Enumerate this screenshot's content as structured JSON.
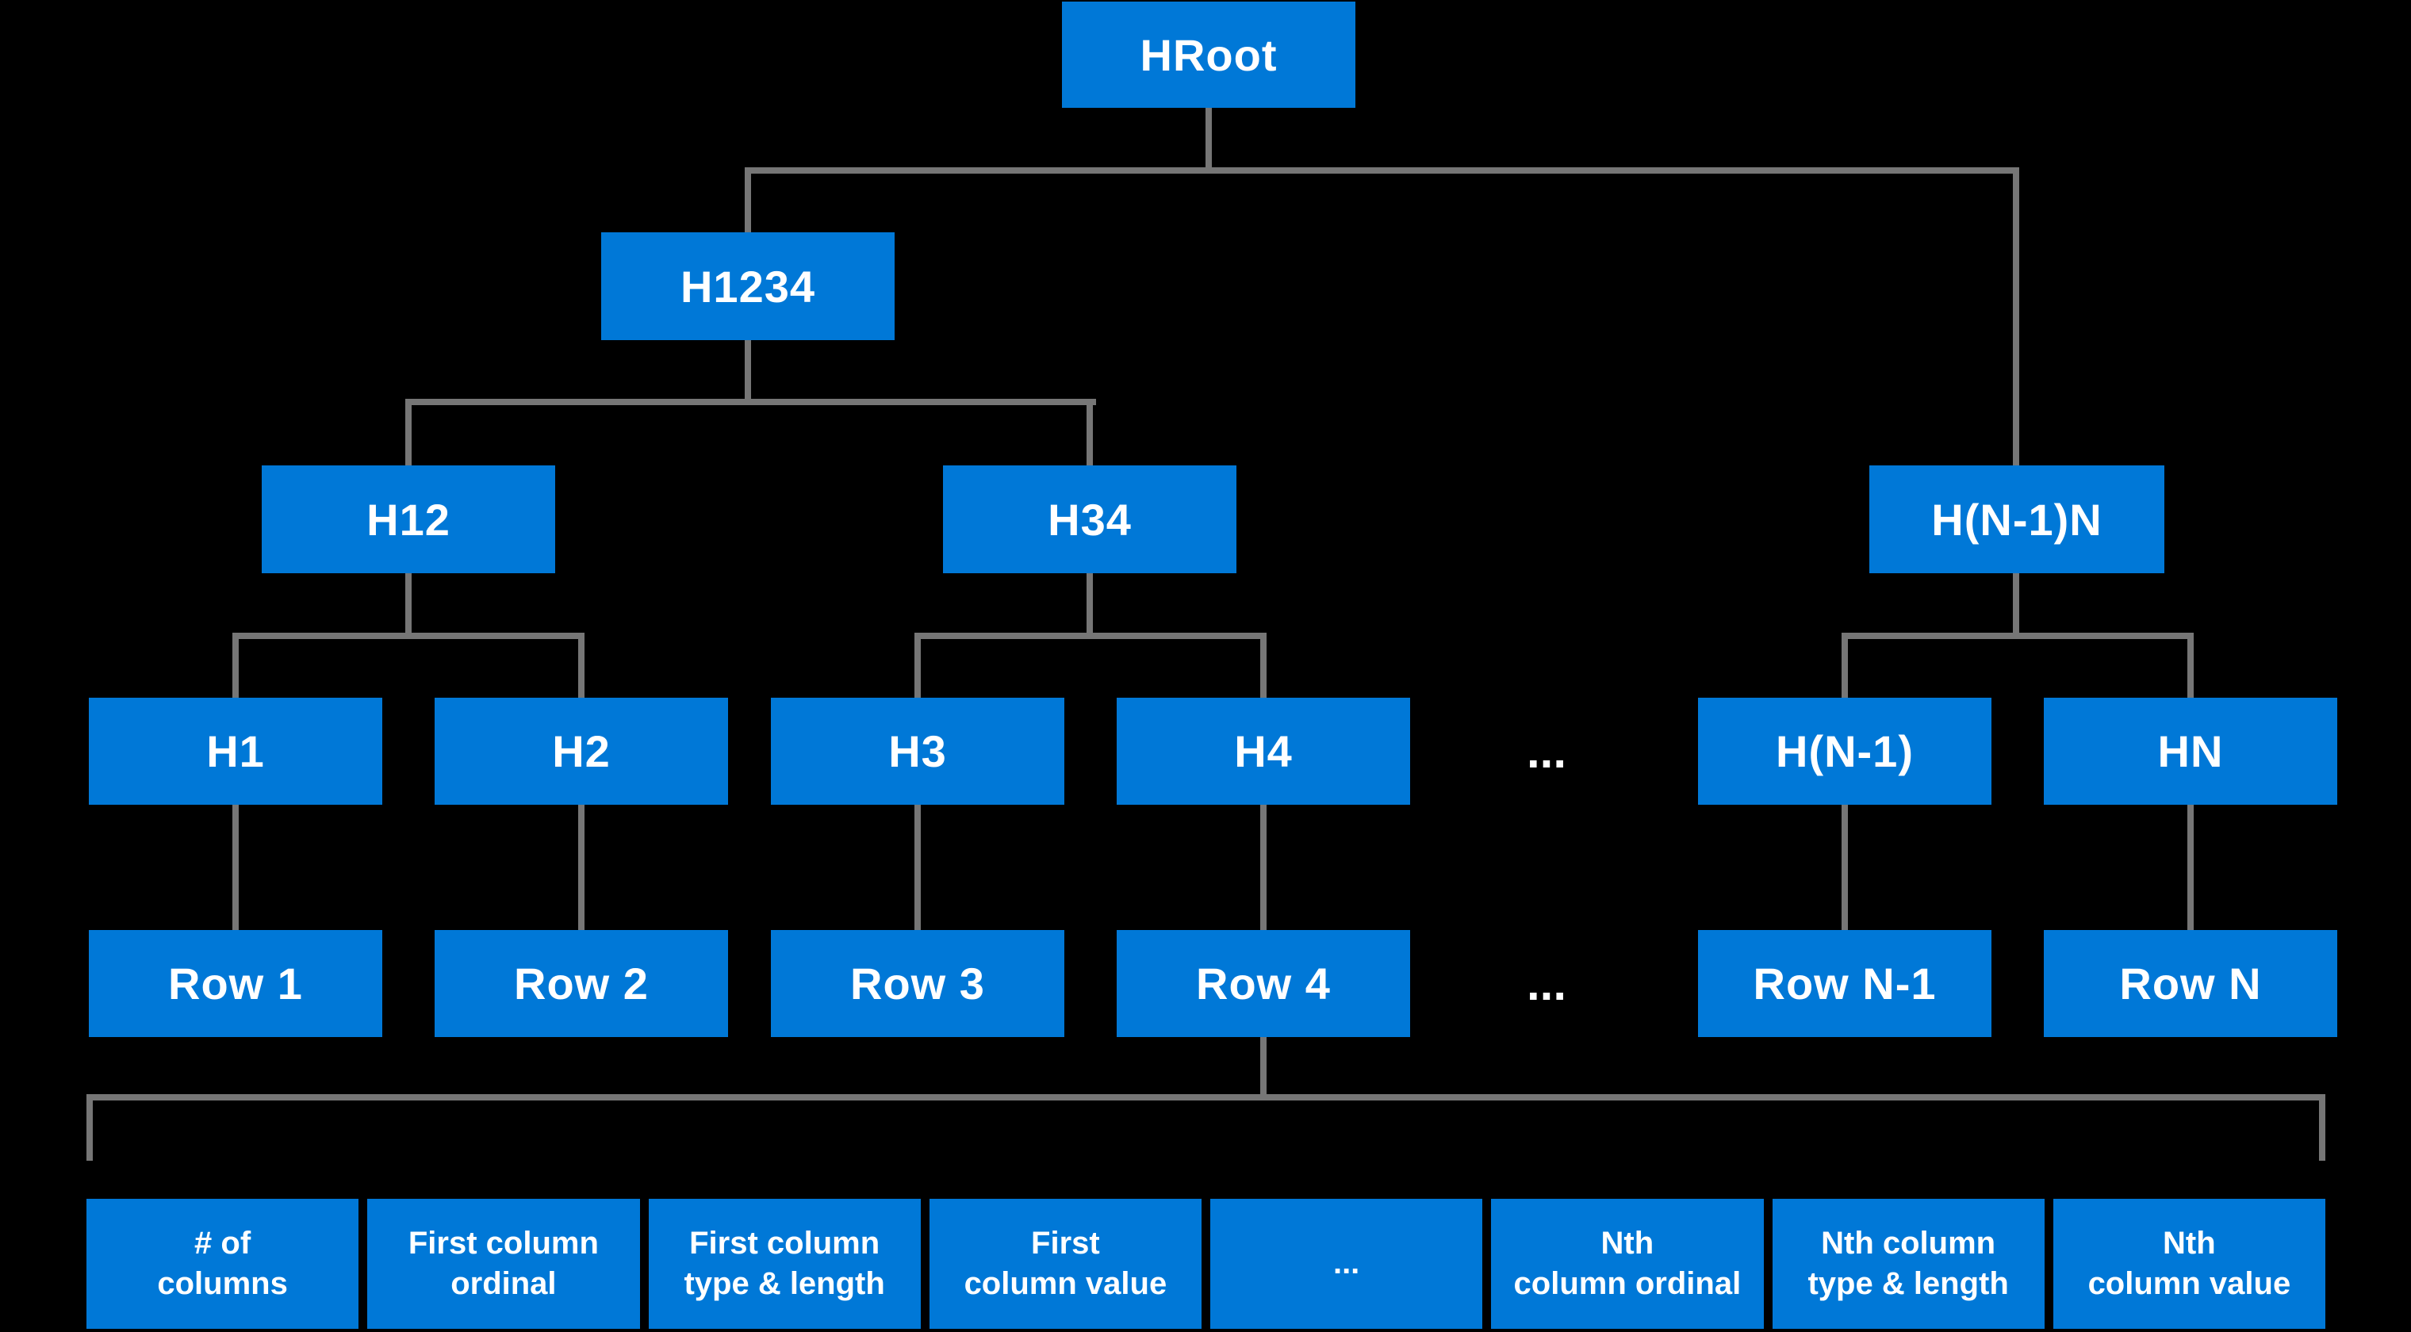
{
  "diagram": {
    "type": "tree-hierarchy",
    "colors": {
      "background": "#000000",
      "node_fill": "#0078D7",
      "connector": "#767676",
      "text": "#FFFFFF"
    },
    "nodes": {
      "hroot": "HRoot",
      "h1234": "H1234",
      "h12": "H12",
      "h34": "H34",
      "hn1n": "H(N-1)N",
      "h1": "H1",
      "h2": "H2",
      "h3": "H3",
      "h4": "H4",
      "hn1": "H(N-1)",
      "hn": "HN",
      "row1": "Row 1",
      "row2": "Row 2",
      "row3": "Row 3",
      "row4": "Row 4",
      "rowN1": "Row N-1",
      "rowN": "Row N",
      "ellipsis_headers": "...",
      "ellipsis_rows": "..."
    },
    "row_fields": [
      "# of\ncolumns",
      "First column\nordinal",
      "First column\ntype & length",
      "First\ncolumn value",
      "...",
      "Nth\ncolumn ordinal",
      "Nth column\ntype & length",
      "Nth\ncolumn value"
    ]
  }
}
